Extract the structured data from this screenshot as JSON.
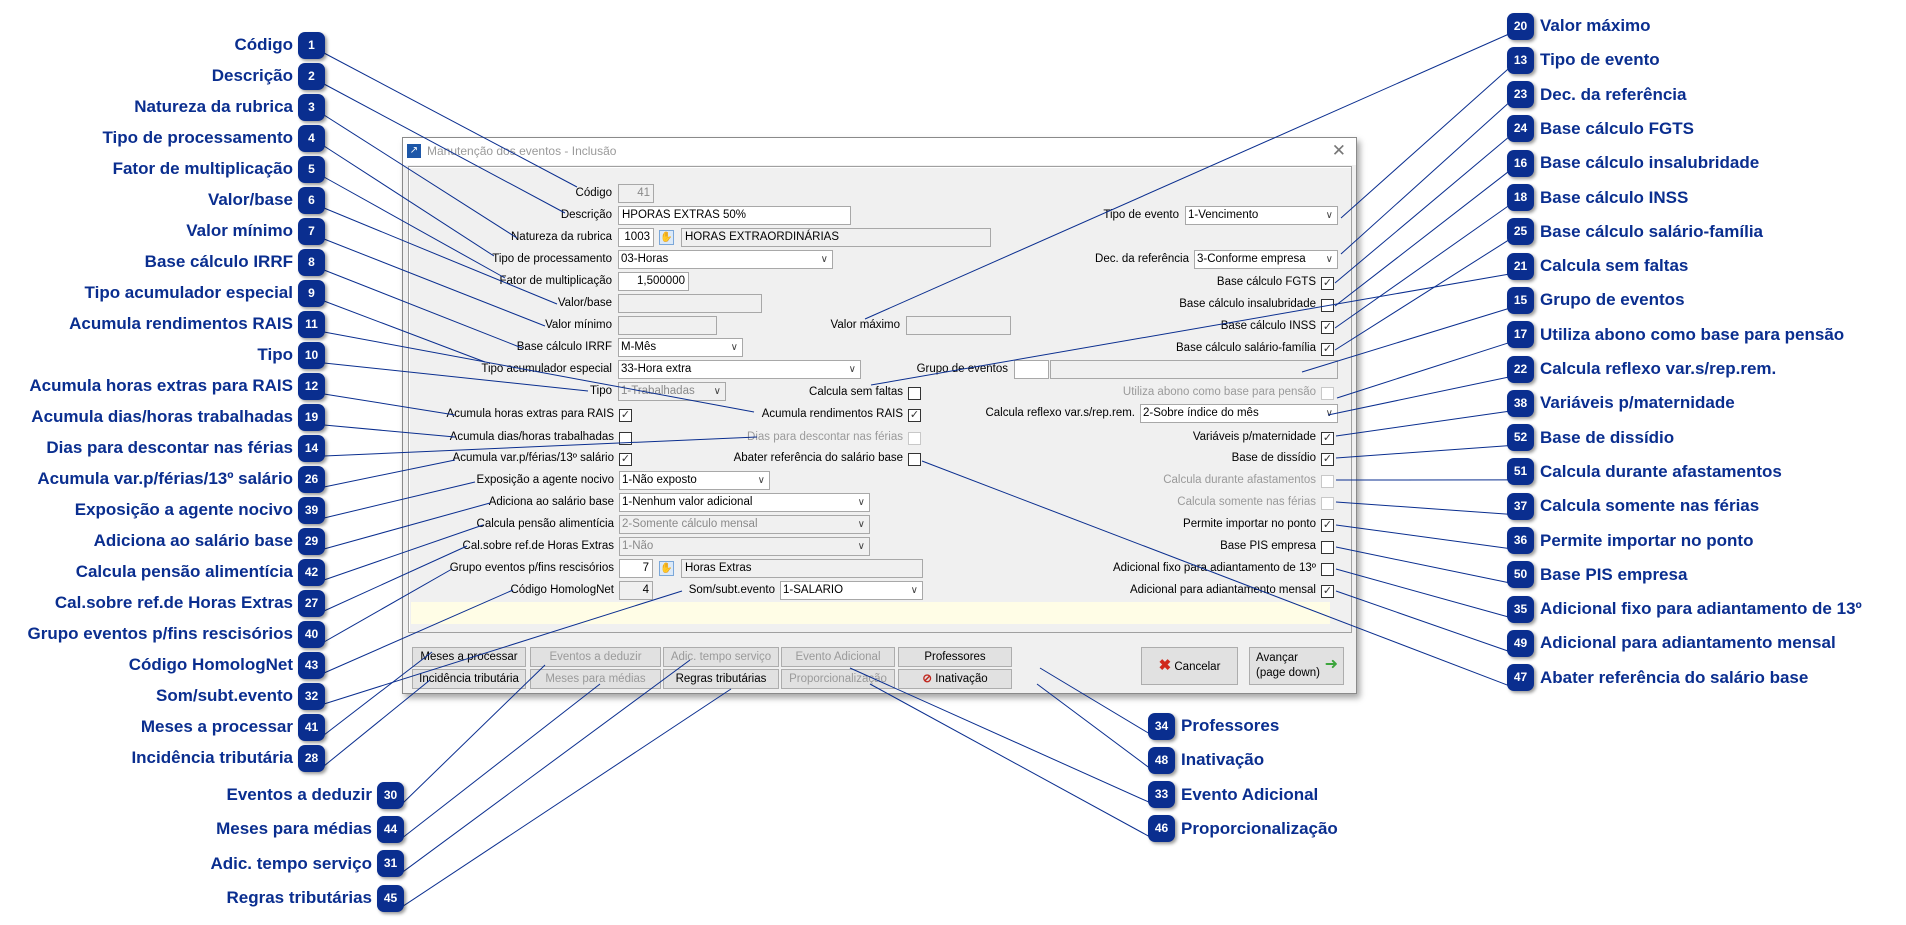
{
  "dialog": {
    "title": "Manutenção dos eventos - Inclusão",
    "close": "✕"
  },
  "form": {
    "codigo": {
      "label": "Código",
      "value": "41"
    },
    "descricao": {
      "label": "Descrição",
      "value": "HPORAS EXTRAS 50%"
    },
    "natureza": {
      "label": "Natureza da rubrica",
      "code": "1003",
      "desc": "HORAS EXTRAORDINÁRIAS"
    },
    "tipo_processamento": {
      "label": "Tipo de processamento",
      "value": "03-Horas"
    },
    "fator": {
      "label": "Fator de multiplicação",
      "value": "1,500000"
    },
    "valor_base": {
      "label": "Valor/base",
      "value": ""
    },
    "valor_minimo": {
      "label": "Valor mínimo",
      "value": ""
    },
    "valor_maximo": {
      "label": "Valor máximo",
      "value": ""
    },
    "base_irrf": {
      "label": "Base cálculo IRRF",
      "value": "M-Mês"
    },
    "tipo_acumulador": {
      "label": "Tipo acumulador especial",
      "value": "33-Hora extra"
    },
    "tipo": {
      "label": "Tipo",
      "value": "1-Trabalhadas"
    },
    "calcula_sem_faltas": {
      "label": "Calcula sem faltas",
      "checked": false
    },
    "acum_horas_extras_rais": {
      "label": "Acumula horas extras para RAIS",
      "checked": true
    },
    "acum_rendimentos_rais": {
      "label": "Acumula rendimentos RAIS",
      "checked": true
    },
    "acum_dias_horas": {
      "label": "Acumula dias/horas trabalhadas",
      "checked": false
    },
    "dias_descontar_ferias": {
      "label": "Dias para descontar nas férias",
      "checked": false
    },
    "acum_var_ferias": {
      "label": "Acumula var.p/férias/13º salário",
      "checked": true
    },
    "abater_referencia": {
      "label": "Abater referência do salário base",
      "checked": false
    },
    "exposicao": {
      "label": "Exposição a agente nocivo",
      "value": "1-Não exposto"
    },
    "adiciona_salario": {
      "label": "Adiciona ao salário base",
      "value": "1-Nenhum valor adicional"
    },
    "calcula_pensao": {
      "label": "Calcula pensão alimentícia",
      "value": "2-Somente cálculo mensal"
    },
    "cal_sobre_ref": {
      "label": "Cal.sobre ref.de Horas Extras",
      "value": "1-Não"
    },
    "grupo_rescisorios": {
      "label": "Grupo eventos p/fins rescisórios",
      "code": "7",
      "desc": "Horas Extras"
    },
    "codigo_homolognet": {
      "label": "Código HomologNet",
      "value": "4"
    },
    "som_subt": {
      "label": "Som/subt.evento",
      "value": "1-SALARIO"
    },
    "tipo_evento": {
      "label": "Tipo de evento",
      "value": "1-Vencimento"
    },
    "dec_referencia": {
      "label": "Dec. da referência",
      "value": "3-Conforme empresa"
    },
    "base_fgts": {
      "label": "Base cálculo FGTS",
      "checked": true
    },
    "base_insalubridade": {
      "label": "Base cálculo insalubridade",
      "checked": false
    },
    "base_inss": {
      "label": "Base cálculo INSS",
      "checked": true
    },
    "base_salario_familia": {
      "label": "Base cálculo salário-família",
      "checked": true
    },
    "grupo_eventos": {
      "label": "Grupo de eventos",
      "code": "",
      "desc": ""
    },
    "utiliza_abono": {
      "label": "Utiliza abono como base para pensão",
      "checked": false
    },
    "calcula_reflexo": {
      "label": "Calcula reflexo var.s/rep.rem.",
      "value": "2-Sobre índice do mês"
    },
    "variaveis_maternidade": {
      "label": "Variáveis p/maternidade",
      "checked": true
    },
    "base_dissidio": {
      "label": "Base de dissídio",
      "checked": true
    },
    "calcula_afastamentos": {
      "label": "Calcula durante afastamentos",
      "checked": false
    },
    "calcula_ferias": {
      "label": "Calcula somente nas férias",
      "checked": false
    },
    "permite_ponto": {
      "label": "Permite importar no ponto",
      "checked": true
    },
    "base_pis": {
      "label": "Base PIS empresa",
      "checked": false
    },
    "adicional_fixo_13": {
      "label": "Adicional fixo para adiantamento de 13º",
      "checked": false
    },
    "adicional_mensal": {
      "label": "Adicional para adiantamento mensal",
      "checked": true
    }
  },
  "buttons": {
    "meses_processar": "Meses a processar",
    "eventos_deduzir": "Eventos a deduzir",
    "adic_tempo": "Adic. tempo serviço",
    "evento_adicional": "Evento Adicional",
    "professores": "Professores",
    "incidencia": "Incidência tributária",
    "meses_medias": "Meses para médias",
    "regras": "Regras tributárias",
    "proporcionalizacao": "Proporcionalização",
    "inativacao": "Inativação",
    "cancelar": "Cancelar",
    "avancar": "Avançar",
    "avancar_sub": "(page down)"
  },
  "callouts": {
    "left": [
      {
        "n": "1",
        "t": "Código"
      },
      {
        "n": "2",
        "t": "Descrição"
      },
      {
        "n": "3",
        "t": "Natureza da rubrica"
      },
      {
        "n": "4",
        "t": "Tipo de processamento"
      },
      {
        "n": "5",
        "t": "Fator de multiplicação"
      },
      {
        "n": "6",
        "t": "Valor/base"
      },
      {
        "n": "7",
        "t": "Valor mínimo"
      },
      {
        "n": "8",
        "t": "Base cálculo IRRF"
      },
      {
        "n": "9",
        "t": "Tipo acumulador especial"
      },
      {
        "n": "11",
        "t": "Acumula rendimentos RAIS"
      },
      {
        "n": "10",
        "t": "Tipo"
      },
      {
        "n": "12",
        "t": "Acumula horas extras para RAIS"
      },
      {
        "n": "19",
        "t": "Acumula dias/horas trabalhadas"
      },
      {
        "n": "14",
        "t": "Dias para descontar nas férias"
      },
      {
        "n": "26",
        "t": "Acumula var.p/férias/13º salário"
      },
      {
        "n": "39",
        "t": "Exposição a agente nocivo"
      },
      {
        "n": "29",
        "t": "Adiciona ao salário base"
      },
      {
        "n": "42",
        "t": "Calcula pensão alimentícia"
      },
      {
        "n": "27",
        "t": "Cal.sobre ref.de Horas Extras"
      },
      {
        "n": "40",
        "t": "Grupo eventos p/fins rescisórios"
      },
      {
        "n": "43",
        "t": "Código HomologNet"
      },
      {
        "n": "32",
        "t": "Som/subt.evento"
      },
      {
        "n": "41",
        "t": "Meses a processar"
      },
      {
        "n": "28",
        "t": "Incidência tributária"
      }
    ],
    "right": [
      {
        "n": "20",
        "t": "Valor máximo"
      },
      {
        "n": "13",
        "t": "Tipo de evento"
      },
      {
        "n": "23",
        "t": "Dec. da referência"
      },
      {
        "n": "24",
        "t": "Base cálculo FGTS"
      },
      {
        "n": "16",
        "t": "Base cálculo insalubridade"
      },
      {
        "n": "18",
        "t": "Base cálculo INSS"
      },
      {
        "n": "25",
        "t": "Base cálculo salário-família"
      },
      {
        "n": "21",
        "t": "Calcula sem faltas"
      },
      {
        "n": "15",
        "t": "Grupo de eventos"
      },
      {
        "n": "17",
        "t": "Utiliza abono como base para pensão"
      },
      {
        "n": "22",
        "t": "Calcula reflexo var.s/rep.rem."
      },
      {
        "n": "38",
        "t": "Variáveis p/maternidade"
      },
      {
        "n": "52",
        "t": "Base de dissídio"
      },
      {
        "n": "51",
        "t": "Calcula durante afastamentos"
      },
      {
        "n": "37",
        "t": "Calcula somente nas férias"
      },
      {
        "n": "36",
        "t": "Permite importar no ponto"
      },
      {
        "n": "50",
        "t": "Base PIS empresa"
      },
      {
        "n": "35",
        "t": "Adicional fixo para adiantamento de 13º"
      },
      {
        "n": "49",
        "t": "Adicional para adiantamento mensal"
      },
      {
        "n": "47",
        "t": "Abater referência do salário base"
      }
    ],
    "bottom_left": [
      {
        "n": "30",
        "t": "Eventos a deduzir"
      },
      {
        "n": "44",
        "t": "Meses para médias"
      },
      {
        "n": "31",
        "t": "Adic. tempo serviço"
      },
      {
        "n": "45",
        "t": "Regras tributárias"
      }
    ],
    "bottom_right": [
      {
        "n": "34",
        "t": "Professores"
      },
      {
        "n": "48",
        "t": "Inativação"
      },
      {
        "n": "33",
        "t": "Evento Adicional"
      },
      {
        "n": "46",
        "t": "Proporcionalização"
      }
    ]
  },
  "colors": {
    "callout": "#0a2e8f"
  }
}
